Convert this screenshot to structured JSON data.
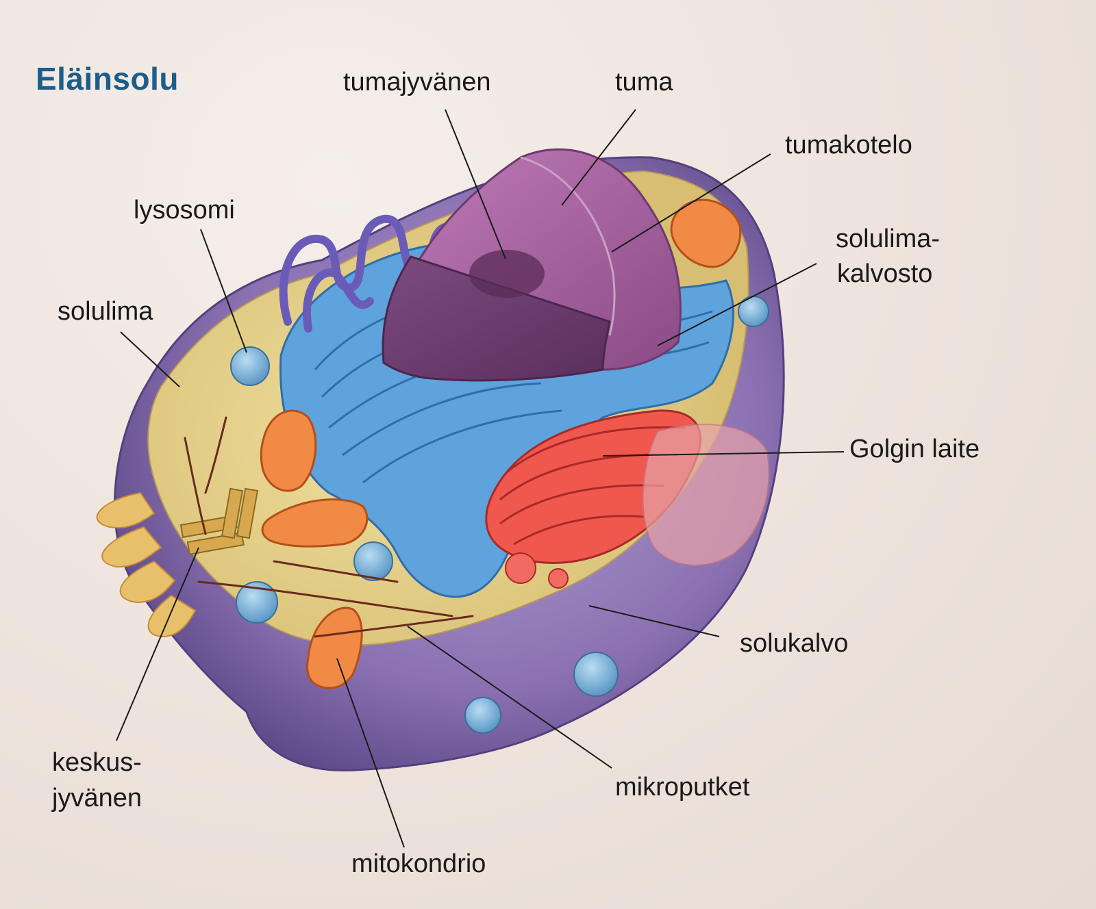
{
  "title": "Eläinsolu",
  "labels": {
    "tumajyvanen": "tumajyvänen",
    "tuma": "tuma",
    "tumakotelo": "tumakotelo",
    "lysosomi": "lysosomi",
    "solulima": "solulima",
    "solulima_kalvosto_1": "solulima-",
    "solulima_kalvosto_2": "kalvosto",
    "golgin_laite": "Golgin laite",
    "solukalvo": "solukalvo",
    "keskusjyvanen_1": "keskus-",
    "keskusjyvanen_2": "jyvänen",
    "mikroputket": "mikroputket",
    "mitokondrio": "mitokondrio"
  },
  "colors": {
    "title": "#1d5d8a",
    "membrane": "#8d73b3",
    "cytoplasm": "#e4cf8a",
    "nucleus": "#9a5c96",
    "nucleus_cut": "#6f3d6c",
    "er": "#5a9fd8",
    "golgi": "#f0584e",
    "mitochondria": "#f08a45",
    "lysosome": "#7fb6de"
  }
}
